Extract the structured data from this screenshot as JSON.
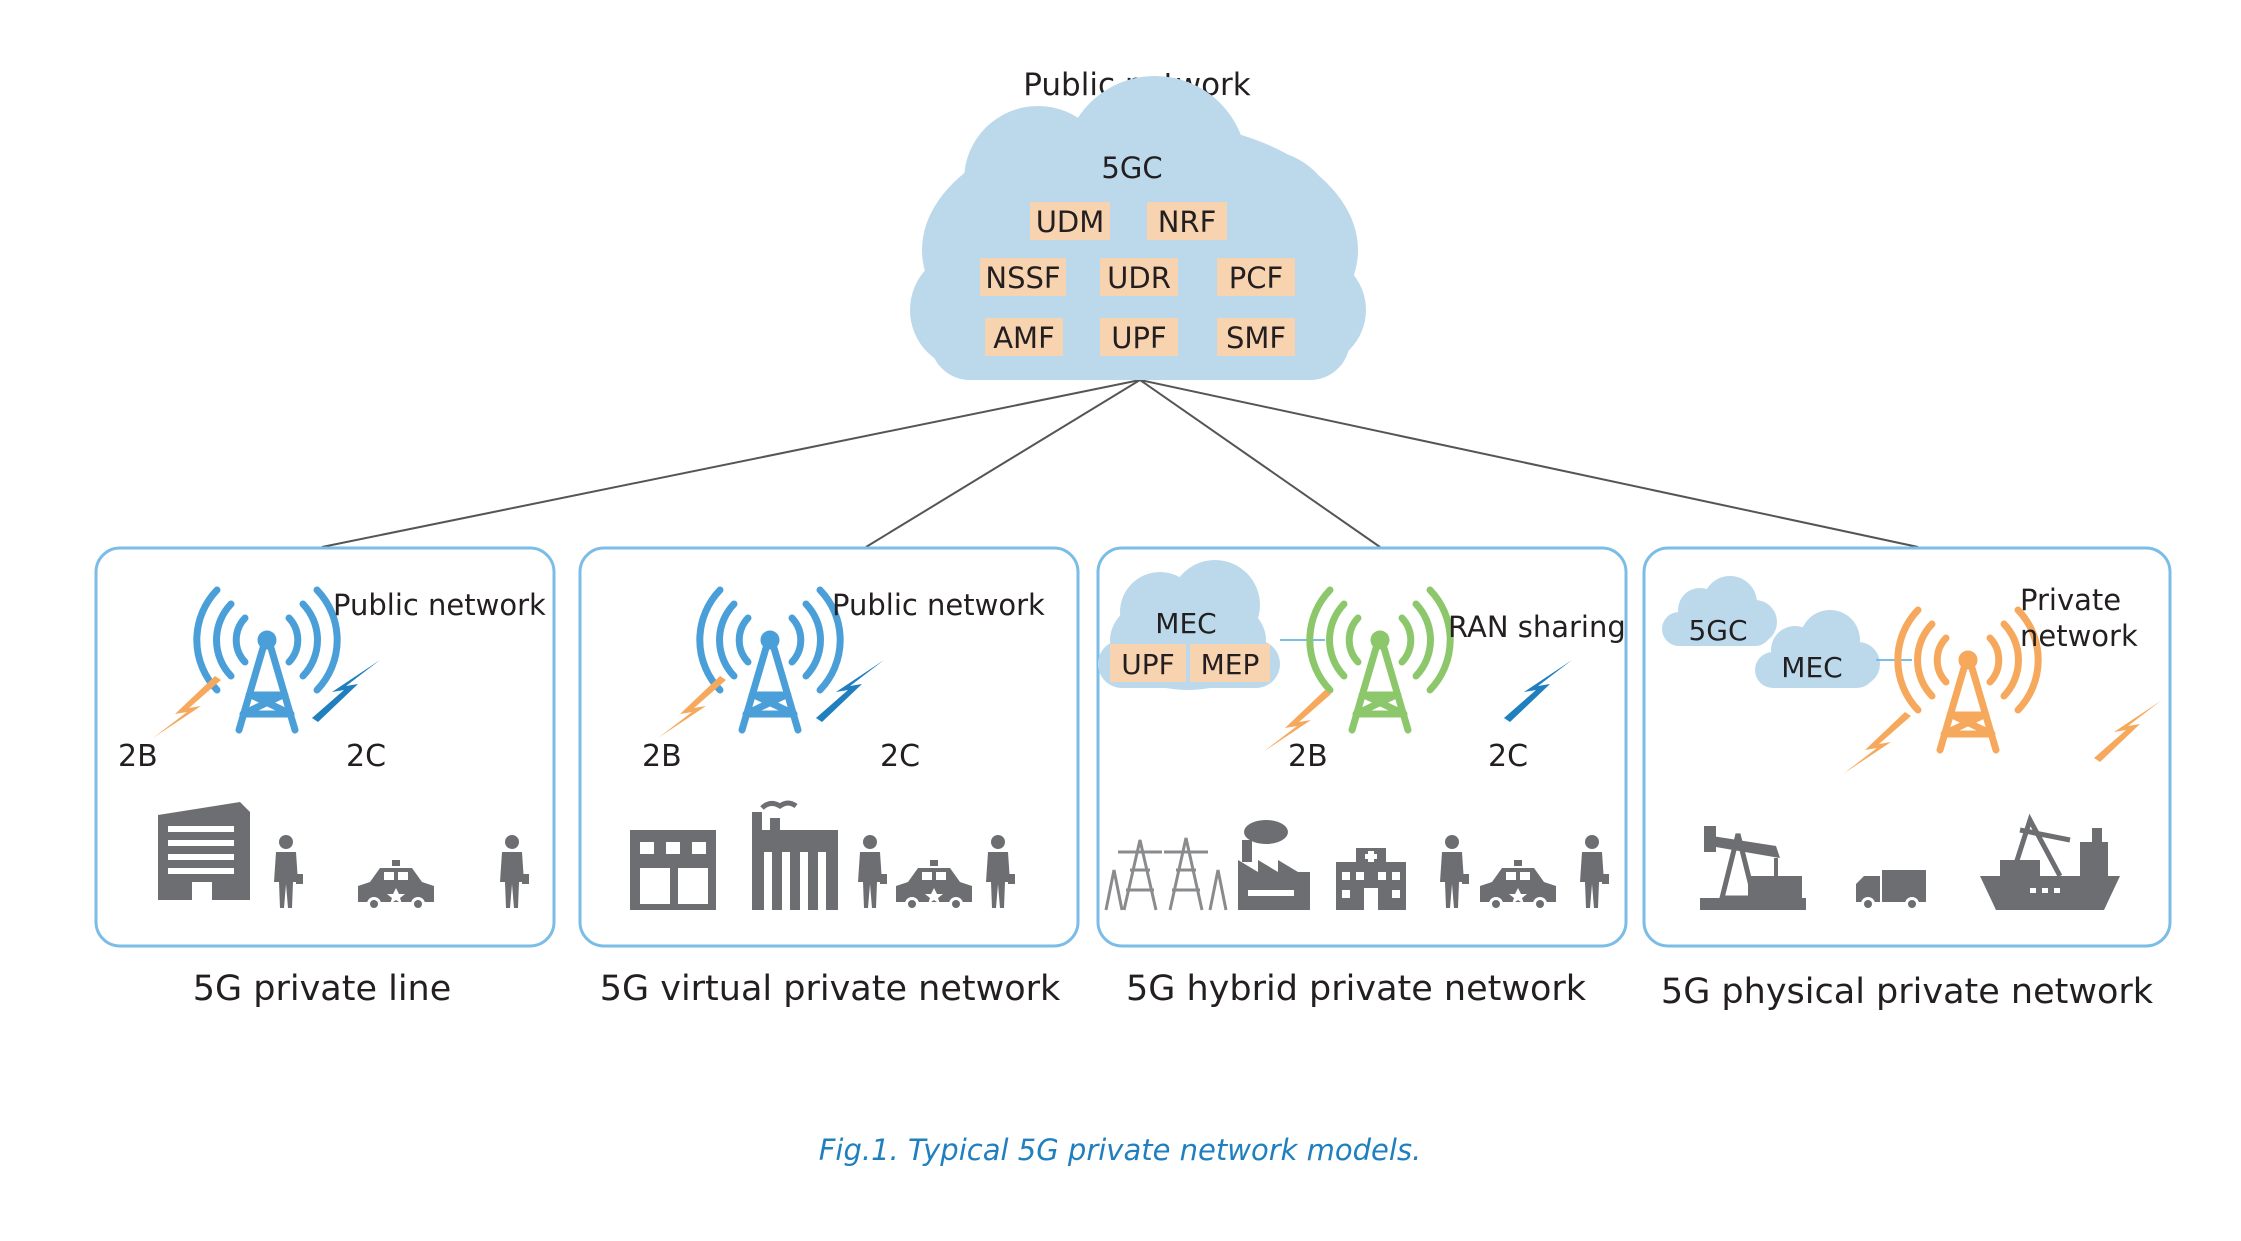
{
  "colors": {
    "cloud": "#bcd9ec",
    "nf_box": "#f8d3b0",
    "panel_border": "#7bbde6",
    "tower_blue": "#4a9fd9",
    "tower_green": "#8cc86b",
    "tower_orange": "#f6a85c",
    "bolt_orange": "#f6a85c",
    "bolt_blue": "#1f7fbf",
    "icon_gray": "#6d6e71",
    "caption": "#1f7fbf",
    "line": "#555555"
  },
  "core": {
    "title": "Public network",
    "cloud_label": "5GC",
    "functions": [
      "UDM",
      "NRF",
      "NSSF",
      "UDR",
      "PCF",
      "AMF",
      "UPF",
      "SMF"
    ]
  },
  "panels": [
    {
      "tower_label": "Public network",
      "label_2b": "2B",
      "label_2c": "2C",
      "title": "5G private line",
      "icons": [
        "office-building-icon",
        "person-icon",
        "car-icon",
        "person-icon"
      ]
    },
    {
      "tower_label": "Public network",
      "label_2b": "2B",
      "label_2c": "2C",
      "title": "5G virtual private network",
      "icons": [
        "shop-icon",
        "factory-icon",
        "person-icon",
        "car-icon",
        "person-icon"
      ]
    },
    {
      "mec_label": "MEC",
      "mec_upf": "UPF",
      "mec_mep": "MEP",
      "tower_label": "RAN sharing",
      "label_2b": "2B",
      "label_2c": "2C",
      "title": "5G hybrid private network",
      "icons": [
        "power-pylon-icon",
        "factory-icon",
        "hospital-icon",
        "person-icon",
        "car-icon",
        "person-icon"
      ]
    },
    {
      "cloud_5gc": "5GC",
      "cloud_mec": "MEC",
      "tower_label_line1": "Private",
      "tower_label_line2": "network",
      "title": "5G physical private network",
      "icons": [
        "oil-pump-icon",
        "truck-icon",
        "ship-icon"
      ]
    }
  ],
  "caption": "Fig.1. Typical 5G private network models."
}
